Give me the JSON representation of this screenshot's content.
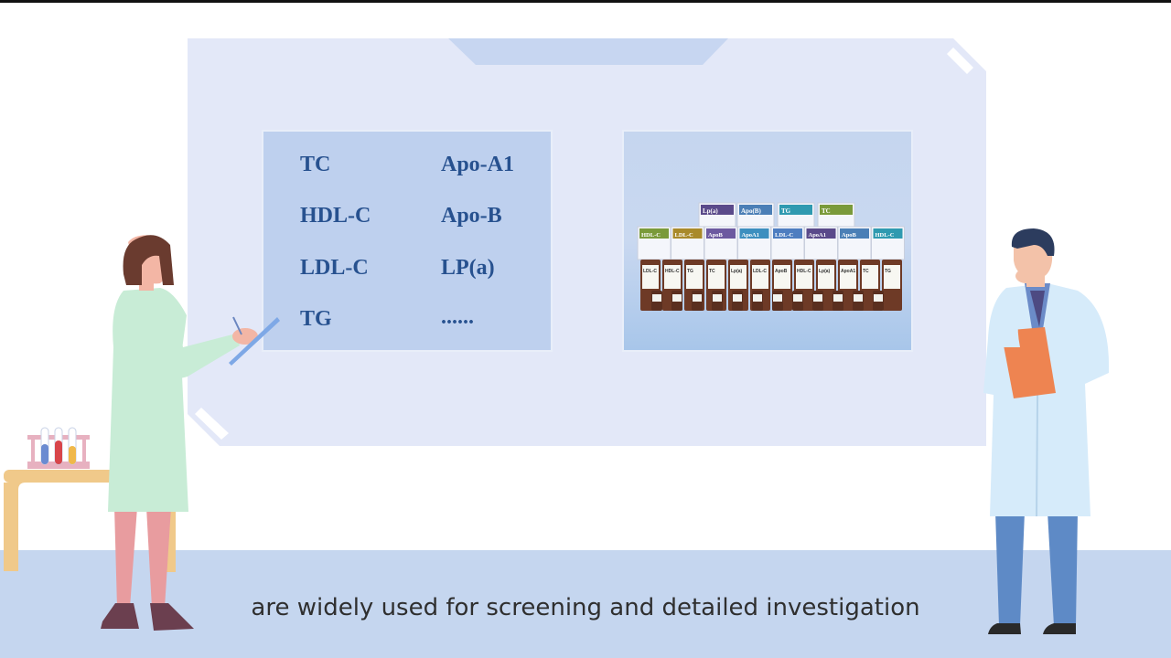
{
  "parameters": {
    "left_column": [
      "TC",
      "HDL-C",
      "LDL-C",
      "TG"
    ],
    "right_column": [
      "Apo-A1",
      "Apo-B",
      "LP(a)",
      "......"
    ]
  },
  "product_labels": {
    "top_row": [
      "Lp(a)",
      "Apo(B)",
      "TG",
      "TC"
    ],
    "middle_row": [
      "HDL-C",
      "LDL-C",
      "ApoB",
      "ApoA1",
      "LDL-C",
      "ApoA1",
      "ApoB",
      "HDL-C"
    ],
    "bottle_row": [
      "LDL-C",
      "HDL-C",
      "TG",
      "TC",
      "Lp(a)",
      "LDL-C",
      "ApoB",
      "HDL-C",
      "Lp(a)",
      "ApoA1",
      "TC",
      "TG"
    ]
  },
  "subtitle": "are widely used for screening and detailed investigation",
  "colors": {
    "board": "#e3e8f8",
    "card": "#bed0ee",
    "text_blue": "#27518f",
    "floor": "#c5d6ef"
  }
}
